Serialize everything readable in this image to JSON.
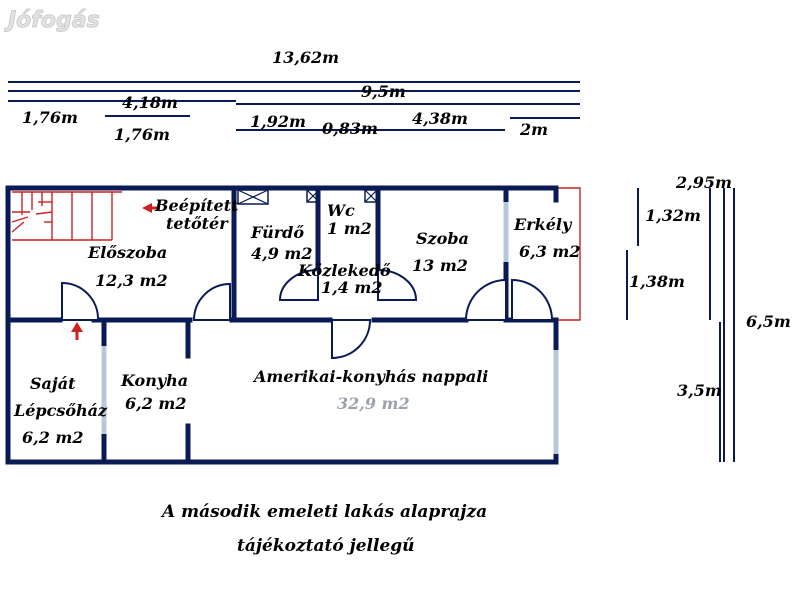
{
  "watermark": "Jófogás",
  "dimensions": {
    "total_width": "13,62m",
    "right_span": "9,5m",
    "left_a": "1,76m",
    "left_b": "4,18m",
    "left_c": "1,76m",
    "mid_a": "1,92m",
    "mid_b": "0,83m",
    "mid_c": "4,38m",
    "mid_d": "2m",
    "side_a": "2,95m",
    "side_b": "1,32m",
    "side_c": "1,38m",
    "side_d": "3,5m",
    "side_total": "6,5m"
  },
  "rooms": {
    "beepitett_line1": "Beépített",
    "beepitett_line2": "tetőtér",
    "eloszoba_name": "Előszoba",
    "eloszoba_area": "12,3 m2",
    "furdo_name": "Fürdő",
    "furdo_area": "4,9 m2",
    "wc_name": "Wc",
    "wc_area": "1 m2",
    "kozlekedo_name": "Közlekedő",
    "kozlekedo_area": "1,4 m2",
    "szoba_name": "Szoba",
    "szoba_area": "13 m2",
    "erkely_name": "Erkély",
    "erkely_area": "6,3 m2",
    "lepcsohaz_line1": "Saját",
    "lepcsohaz_line2": "Lépcsőház",
    "lepcsohaz_area": "6,2 m2",
    "konyha_name": "Konyha",
    "konyha_area": "6,2 m2",
    "nappali_name": "Amerikai-konyhás nappali",
    "nappali_area": "32,9 m2"
  },
  "caption": {
    "line1": "A második emeleti lakás alaprajza",
    "line2": "tájékoztató jellegű"
  },
  "colors": {
    "wall": "#0a1a55",
    "window": "#b8c8da",
    "accent_red": "#cc2222"
  }
}
